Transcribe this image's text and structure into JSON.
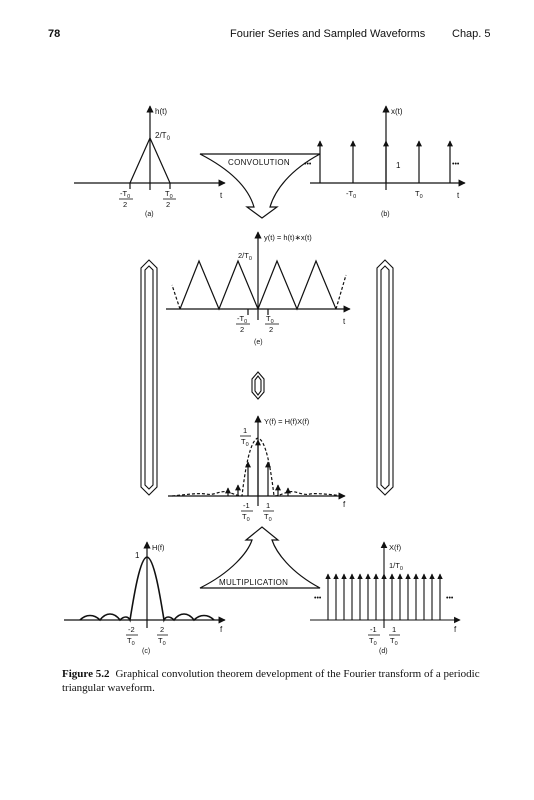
{
  "header": {
    "page_number": "78",
    "running_title": "Fourier Series and Sampled Waveforms",
    "chapter": "Chap. 5"
  },
  "figure": {
    "panel_a": {
      "y_label": "h(t)",
      "peak_label": "2/T",
      "peak_sub": "0",
      "neg_half_num": "-T",
      "neg_half_num_sub": "0",
      "pos_half_num": "T",
      "pos_half_num_sub": "0",
      "half_den": "2",
      "t_label": "t",
      "panel_label": "(a)"
    },
    "panel_b": {
      "y_label": "x(t)",
      "impulse_label": "1",
      "neg_T_label": "-T",
      "neg_T_sub": "0",
      "pos_T_label": "T",
      "pos_T_sub": "0",
      "ellipsis_left": "•••",
      "ellipsis_right": "•••",
      "t_label": "t",
      "panel_label": "(b)"
    },
    "panel_e": {
      "y_label": "y(t) = h(t)∗x(t)",
      "peak_label": "2/T",
      "peak_sub": "0",
      "neg_half_num": "-T",
      "neg_half_num_sub": "0",
      "pos_half_num": "T",
      "pos_half_num_sub": "0",
      "half_den": "2",
      "t_label": "t",
      "panel_label": "(e)"
    },
    "panel_f": {
      "y_label": "Y(f) = H(f)X(f)",
      "peak_num": "1",
      "peak_den": "T",
      "peak_den_sub": "0",
      "neg_num": "-1",
      "pos_num": "1",
      "den": "T",
      "den_sub": "0",
      "f_label": "f"
    },
    "panel_c": {
      "y_label": "H(f)",
      "peak_label": "1",
      "neg_num": "-2",
      "pos_num": "2",
      "den": "T",
      "den_sub": "0",
      "f_label": "f",
      "panel_label": "(c)"
    },
    "panel_d": {
      "y_label": "X(f)",
      "impulse_label": "1/T",
      "impulse_sub": "0",
      "neg_num": "-1",
      "pos_num": "1",
      "den": "T",
      "den_sub": "0",
      "ellipsis_left": "•••",
      "ellipsis_right": "•••",
      "f_label": "f",
      "panel_label": "(d)"
    },
    "convolution_label": "CONVOLUTION",
    "multiplication_label": "MULTIPLICATION"
  },
  "caption": {
    "label": "Figure 5.2",
    "text": "Graphical convolution theorem development of the Fourier transform of a periodic triangular waveform."
  }
}
